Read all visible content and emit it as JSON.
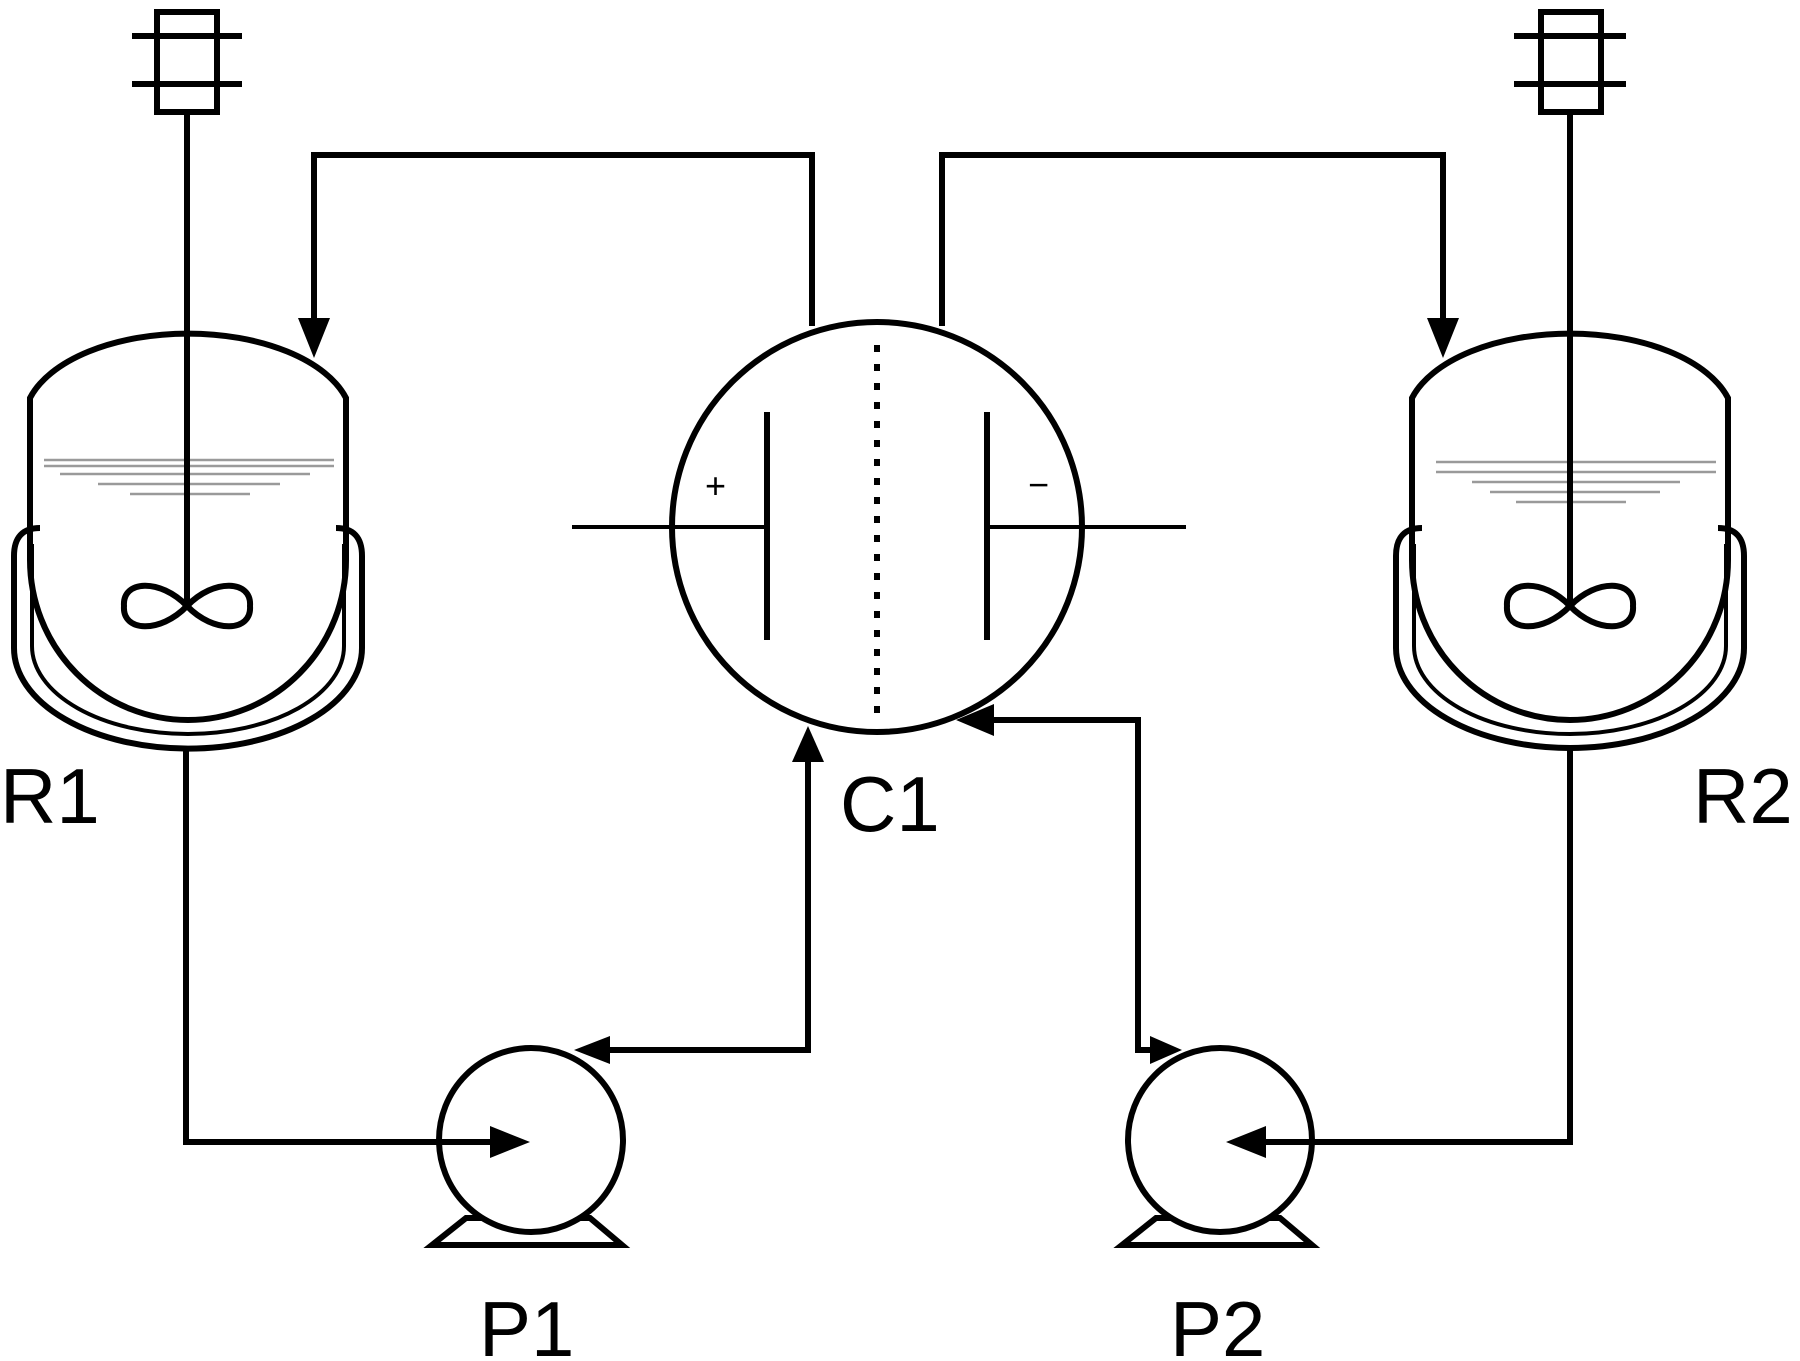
{
  "labels": {
    "reactor_1": "R1",
    "reactor_2": "R2",
    "cell": "C1",
    "pump_1": "P1",
    "pump_2": "P2"
  },
  "cell_signs": {
    "anode": "+",
    "cathode": "−"
  }
}
